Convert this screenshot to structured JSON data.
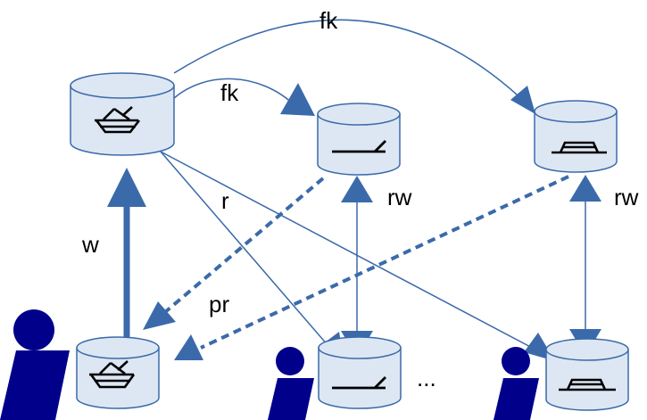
{
  "colors": {
    "arrow": "#3b6aaa",
    "db_fill": "#dde7f3",
    "db_stroke": "#3b6aaa",
    "user": "#00008b",
    "icon_stroke": "#000000",
    "text": "#000000",
    "background": "#ffffff"
  },
  "labels": {
    "fk_top": "fk",
    "fk_small": "fk",
    "r": "r",
    "rw_middle": "rw",
    "rw_right": "rw",
    "w": "w",
    "pr": "pr",
    "ellipsis": "..."
  },
  "databases": [
    {
      "id": "master",
      "icon": "boat-icon"
    },
    {
      "id": "top-middle",
      "icon": "wedge-icon"
    },
    {
      "id": "top-right",
      "icon": "trapezoid-icon"
    },
    {
      "id": "bottom-left",
      "icon": "boat-icon"
    },
    {
      "id": "bottom-middle",
      "icon": "wedge-icon"
    },
    {
      "id": "bottom-right",
      "icon": "trapezoid-icon"
    }
  ],
  "users": [
    {
      "id": "user-large",
      "icon": "user-icon"
    },
    {
      "id": "user-middle",
      "icon": "user-icon"
    },
    {
      "id": "user-right",
      "icon": "user-icon"
    }
  ]
}
